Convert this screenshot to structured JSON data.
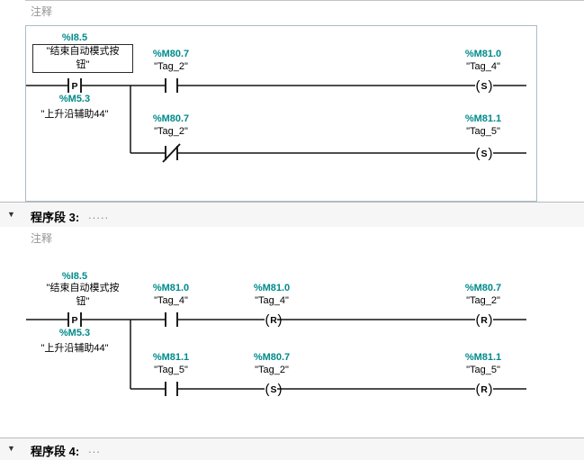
{
  "colors": {
    "address_teal": "#008a8a",
    "wire_black": "#141414",
    "comment_gray": "#949494"
  },
  "glyphs": {
    "open_paren": "(",
    "close_paren": ")",
    "collapse_arrow": "▼"
  },
  "network2": {
    "comment": "注释",
    "edge": {
      "address": "%I8.5",
      "name_line1": "\"结束自动模式按",
      "name_line2": "钮\"",
      "symbol": "P",
      "aux_address": "%M5.3",
      "aux_name": "\"上升沿辅助44\""
    },
    "branch1": {
      "contact_address": "%M80.7",
      "contact_name": "\"Tag_2\"",
      "coil_address": "%M81.0",
      "coil_name": "\"Tag_4\"",
      "coil_symbol": "S"
    },
    "branch2": {
      "contact_address": "%M80.7",
      "contact_name": "\"Tag_2\"",
      "coil_address": "%M81.1",
      "coil_name": "\"Tag_5\"",
      "coil_symbol": "S"
    }
  },
  "header3": {
    "title": "程序段 3:",
    "dots": "....."
  },
  "network3": {
    "comment": "注释",
    "edge": {
      "address": "%I8.5",
      "name_line1": "\"结束自动模式按",
      "name_line2": "钮\"",
      "symbol": "P",
      "aux_address": "%M5.3",
      "aux_name": "\"上升沿辅助44\""
    },
    "row1": {
      "contact_address": "%M81.0",
      "contact_name": "\"Tag_4\"",
      "coil1_address": "%M81.0",
      "coil1_name": "\"Tag_4\"",
      "coil1_symbol": "R",
      "coil2_address": "%M80.7",
      "coil2_name": "\"Tag_2\"",
      "coil2_symbol": "R"
    },
    "row2": {
      "contact_address": "%M81.1",
      "contact_name": "\"Tag_5\"",
      "coil1_address": "%M80.7",
      "coil1_name": "\"Tag_2\"",
      "coil1_symbol": "S",
      "coil2_address": "%M81.1",
      "coil2_name": "\"Tag_5\"",
      "coil2_symbol": "R"
    }
  },
  "header4": {
    "title": "程序段 4:",
    "dots": "..."
  }
}
